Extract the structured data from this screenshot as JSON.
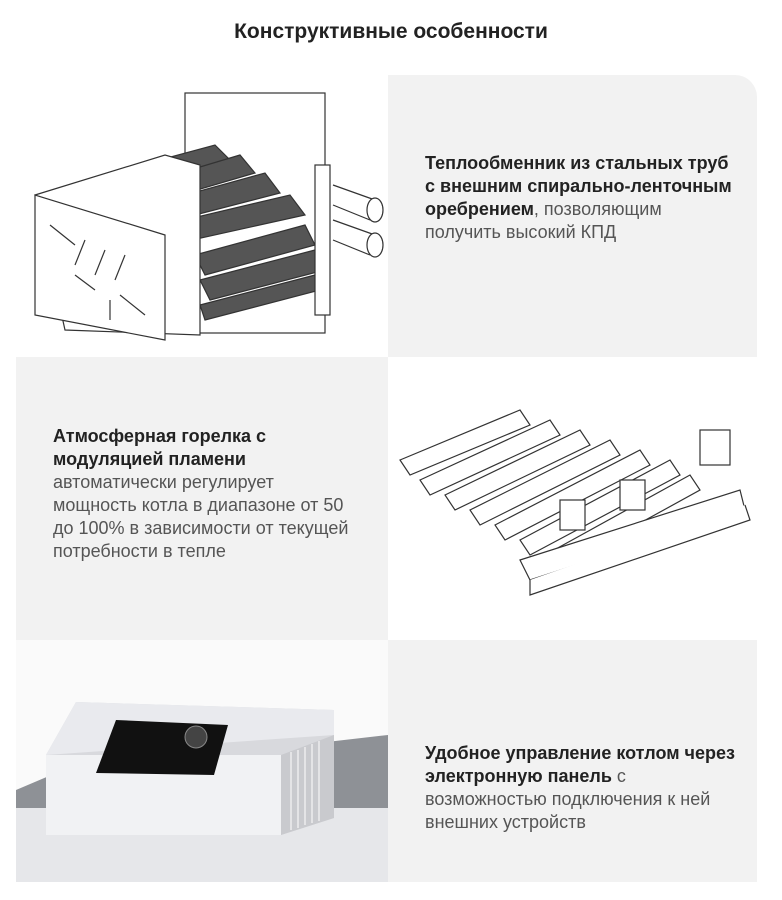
{
  "title": "Конструктивные особенности",
  "features": [
    {
      "bold": "Теплообменник из стальных труб с внешним спирально-ленточным оребрением",
      "normal": ", позволяющим получить высокий КПД",
      "image": "heat-exchanger"
    },
    {
      "bold": "Атмосферная горелка с модуляцией пламени",
      "normal": " автоматически регулирует мощность котла в диапазоне от 50 до 100% в зависимости от текущей потребности в тепле",
      "image": "atmospheric-burner"
    },
    {
      "bold": "Удобное управление котлом через электронную панель",
      "normal": " с возможностью подключения к ней внешних устройств",
      "image": "control-panel"
    }
  ]
}
